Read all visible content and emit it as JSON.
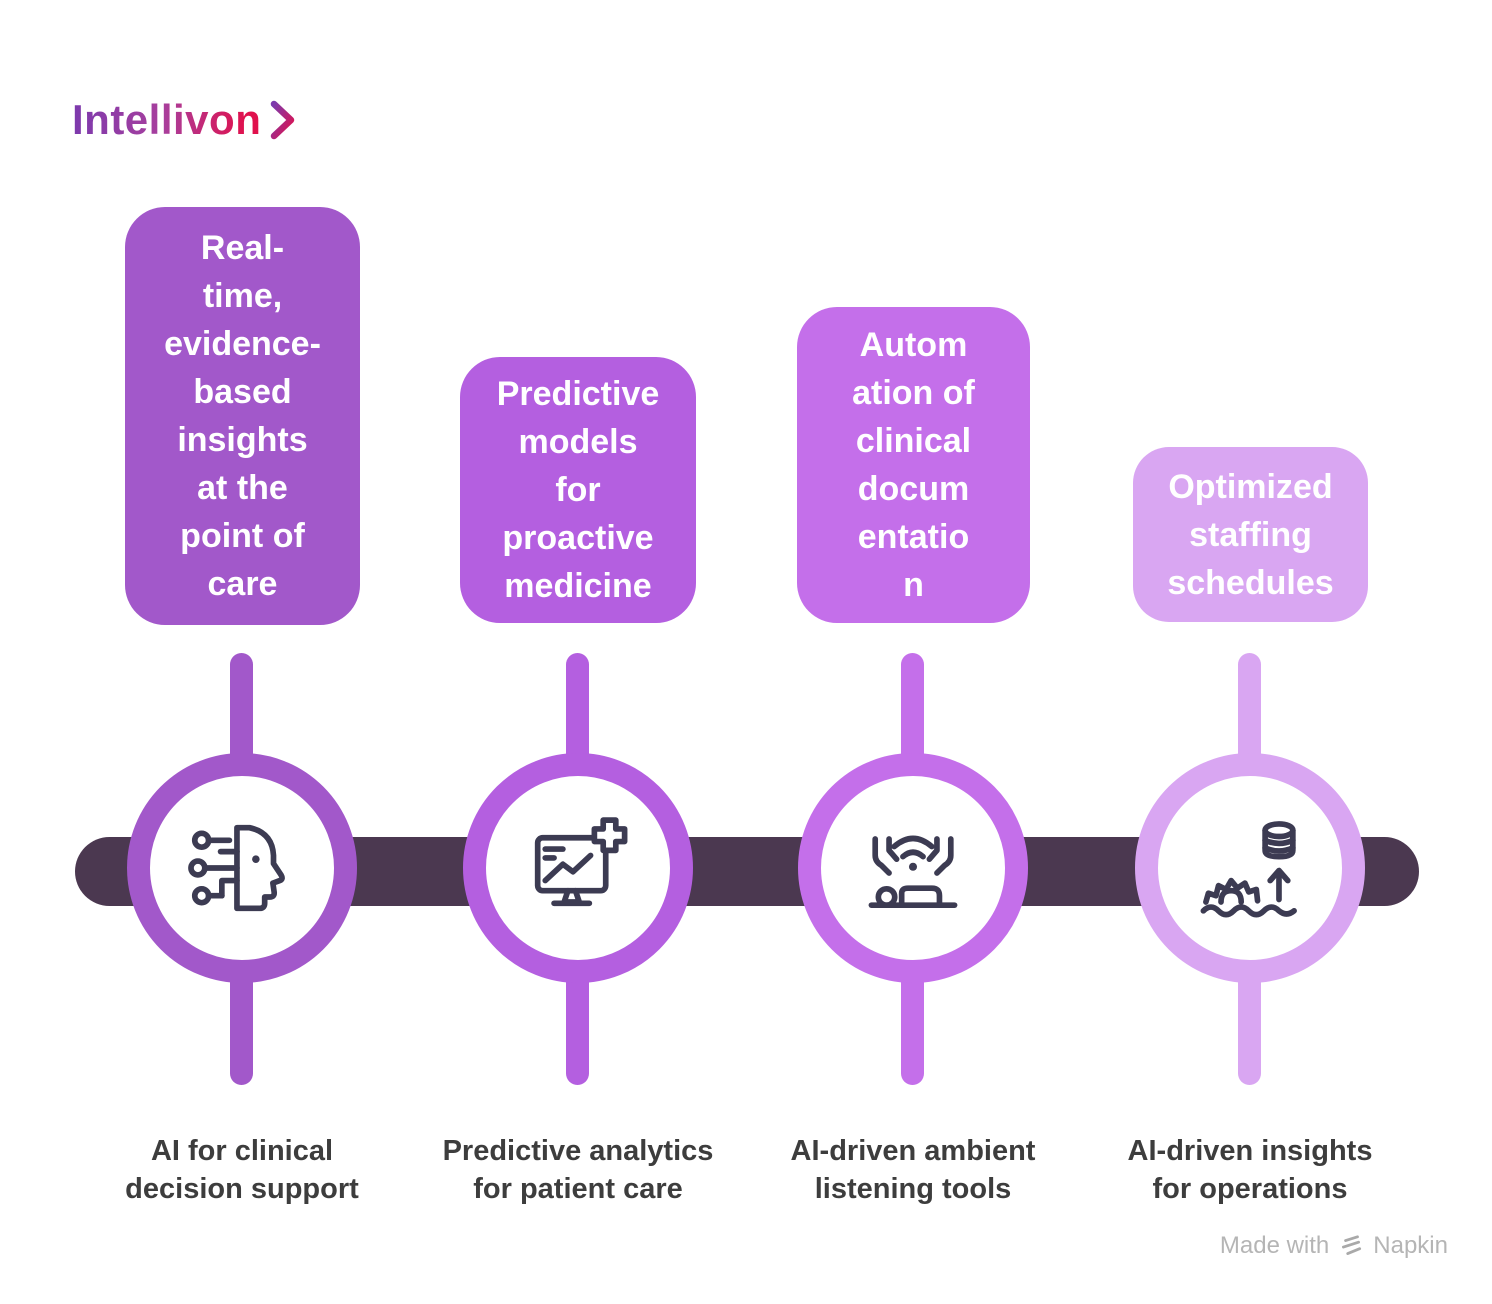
{
  "logo": {
    "text": "Intellivon",
    "chevron": ">"
  },
  "theme": {
    "background": "#ffffff",
    "timeline_bar": "#4b3850",
    "icon_stroke": "#3c3b52",
    "label_color": "#3d3d3d",
    "logo_gradient_start": "#7c3aad",
    "logo_gradient_end": "#e0114d",
    "watermark_color": "#b5b5b5"
  },
  "milestones": [
    {
      "box_text": "Real-\ntime,\nevidence-\nbased\ninsights\nat the\npoint of\ncare",
      "label": "AI for clinical\ndecision support",
      "accent": "#a258ca",
      "icon": "ai-head-icon"
    },
    {
      "box_text": "Predictive\nmodels\nfor\nproactive\nmedicine",
      "label": "Predictive analytics\nfor patient care",
      "accent": "#b45fe0",
      "icon": "health-monitor-icon"
    },
    {
      "box_text": "Autom\nation of\nclinical\ndocum\nentatio\nn",
      "label": "AI-driven ambient\nlistening tools",
      "accent": "#c46fea",
      "icon": "ambient-listening-icon"
    },
    {
      "box_text": "Optimized\nstaffing\nschedules",
      "label": "AI-driven insights\nfor operations",
      "accent": "#d9a6f2",
      "icon": "operations-insights-icon"
    }
  ],
  "watermark": {
    "text": "Made with",
    "brand": "Napkin"
  }
}
